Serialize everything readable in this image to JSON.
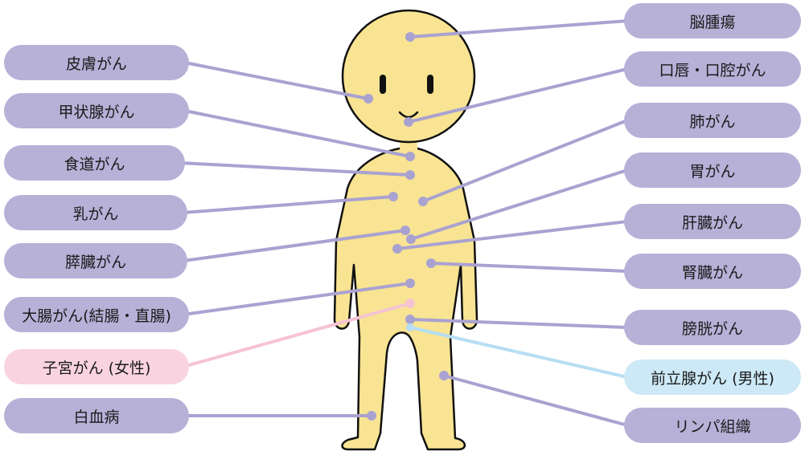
{
  "labels": {
    "skin": "皮膚がん",
    "thyroid": "甲状腺がん",
    "esophagus": "食道がん",
    "breast": "乳がん",
    "pancreas": "膵臓がん",
    "colon": "大腸がん(結腸・直腸)",
    "uterus": "子宮がん (女性)",
    "leukemia": "白血病",
    "brain": "脳腫瘍",
    "oral": "口唇・口腔がん",
    "lung": "肺がん",
    "stomach": "胃がん",
    "liver": "肝臓がん",
    "kidney": "腎臓がん",
    "bladder": "膀胱がん",
    "prostate": "前立腺がん (男性)",
    "lymph": "リンパ組織"
  },
  "colors": {
    "pill_purple": "#b7b0d7",
    "pill_pink": "#f9d4e0",
    "pill_blue": "#cde9f7",
    "line_purple": "#a9a2d1",
    "line_pink": "#f6c3d3",
    "line_blue": "#b7def3",
    "body_fill": "#f8e492",
    "outline": "#111111"
  }
}
